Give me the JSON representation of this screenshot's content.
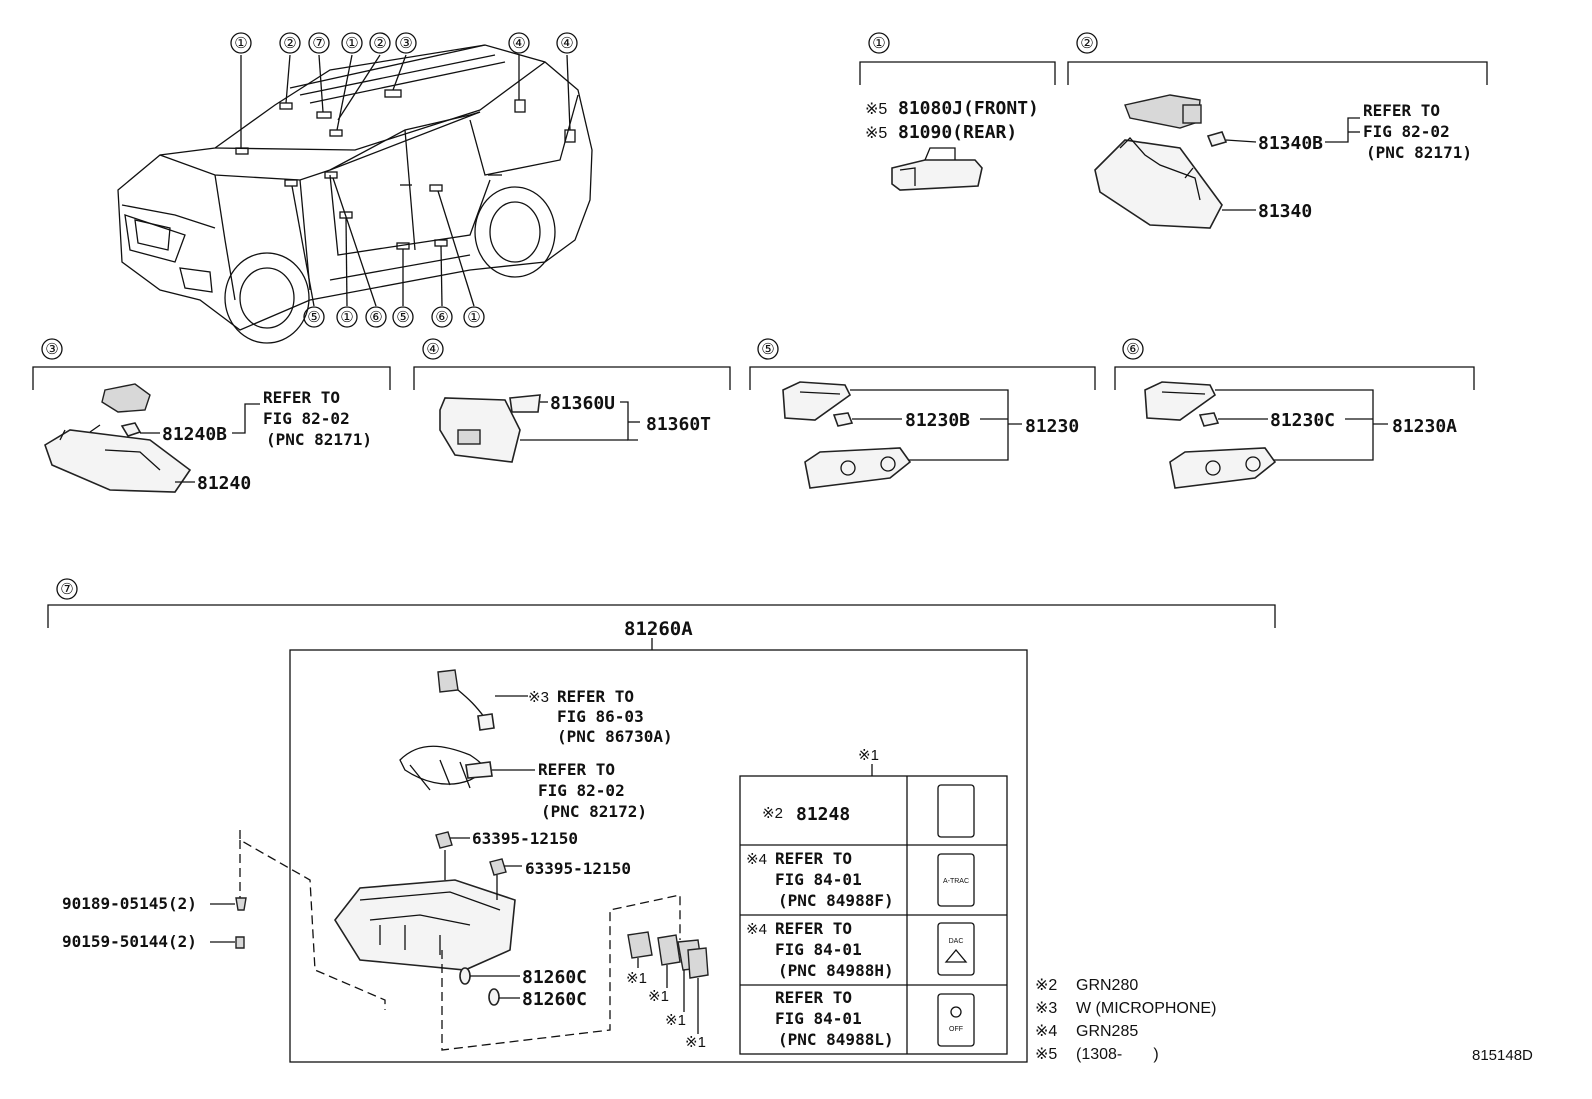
{
  "diagram_id": "815148D",
  "callouts": [
    "①",
    "②",
    "③",
    "④",
    "⑤",
    "⑥",
    "⑦"
  ],
  "notes": {
    "n1": "※1",
    "n2": "※2",
    "n3": "※3",
    "n4": "※4",
    "n5": "※5"
  },
  "legend": [
    {
      "mark": "※2",
      "text": "GRN280"
    },
    {
      "mark": "※3",
      "text": "W (MICROPHONE)"
    },
    {
      "mark": "※4",
      "text": "GRN285"
    },
    {
      "mark": "※5",
      "text": "(1308-       )"
    }
  ],
  "group1": {
    "front": "81080J(FRONT)",
    "rear": "81090(REAR)"
  },
  "group2": {
    "refer1": "REFER TO",
    "refer2": "FIG 82-02",
    "refer3": "(PNC 82171)",
    "bulb": "81340B",
    "lamp": "81340"
  },
  "group3": {
    "refer1": "REFER TO",
    "refer2": "FIG 82-02",
    "refer3": "(PNC 82171)",
    "bulb": "81240B",
    "lamp": "81240"
  },
  "group4": {
    "bulb": "81360U",
    "lamp": "81360T"
  },
  "group5": {
    "bulb": "81230B",
    "lamp": "81230"
  },
  "group6": {
    "bulb": "81230C",
    "lamp": "81230A"
  },
  "group7": {
    "assembly": "81260A",
    "wire_refer1": "REFER TO",
    "wire_refer2": "FIG 86-03",
    "wire_refer3": "(PNC 86730A)",
    "harness_refer1": "REFER TO",
    "harness_refer2": "FIG 82-02",
    "harness_refer3": "(PNC 82172)",
    "clip1": "63395-12150",
    "clip2": "63395-12150",
    "screw1": "90189-05145(2)",
    "screw2": "90159-50144(2)",
    "bulb1": "81260C",
    "bulb2": "81260C"
  },
  "switch_table": {
    "header": "※1",
    "rows": [
      {
        "mark": "※2",
        "l1": "81248",
        "l2": "",
        "l3": "",
        "icon": ""
      },
      {
        "mark": "※4",
        "l1": "REFER TO",
        "l2": "FIG 84-01",
        "l3": "(PNC 84988F)",
        "icon": "A-TRAC"
      },
      {
        "mark": "※4",
        "l1": "REFER TO",
        "l2": "FIG 84-01",
        "l3": "(PNC 84988H)",
        "icon": "DAC"
      },
      {
        "mark": "",
        "l1": "REFER TO",
        "l2": "FIG 84-01",
        "l3": "(PNC 84988L)",
        "icon": "OFF"
      }
    ]
  }
}
